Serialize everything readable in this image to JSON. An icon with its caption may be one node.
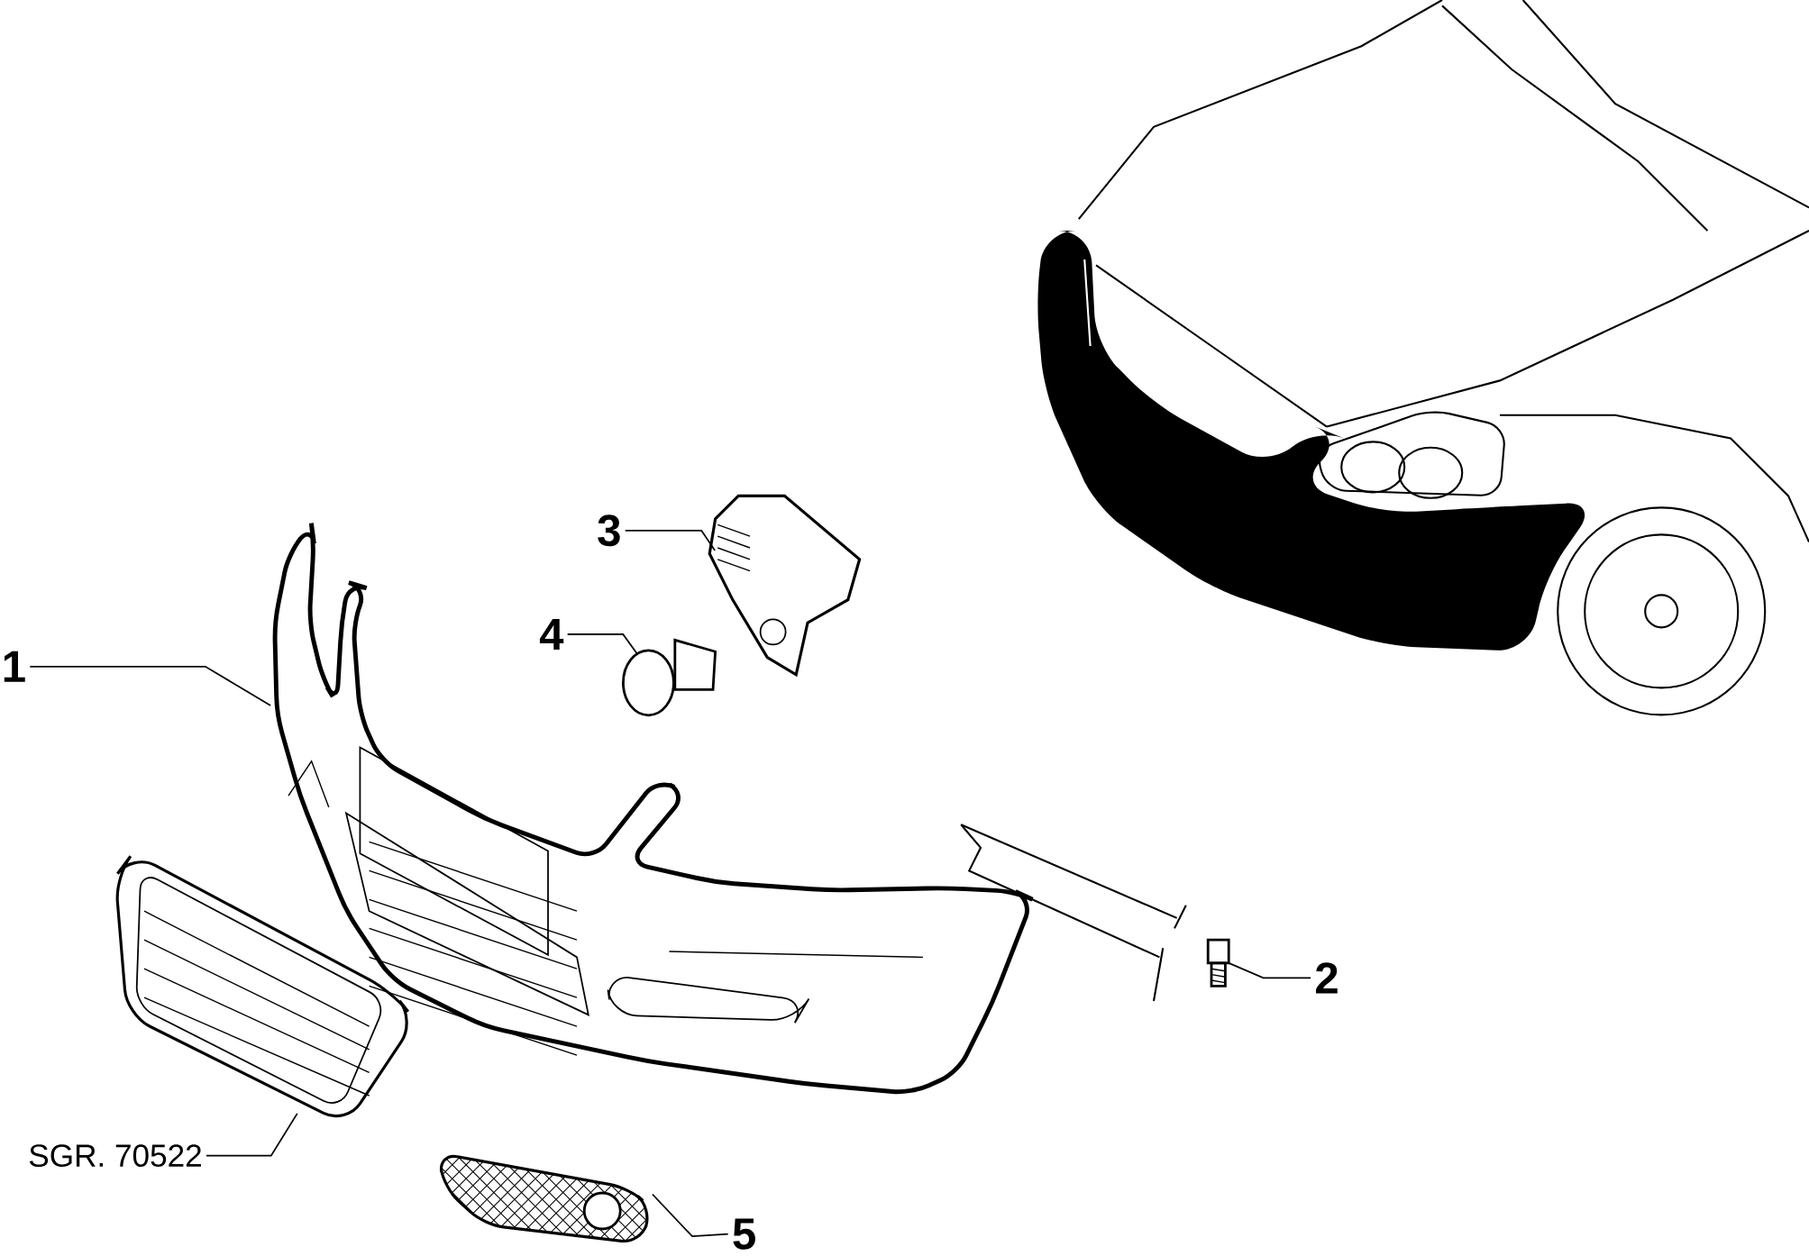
{
  "diagram": {
    "nodes": [
      {
        "text": [
          "1"
        ]
      },
      {
        "text": [
          "2"
        ]
      },
      {
        "text": [
          "3"
        ]
      },
      {
        "text": [
          "4"
        ]
      },
      {
        "text": [
          "5"
        ]
      },
      {
        "text": [
          "SGR. 70522"
        ]
      },
      {
        "text": [],
        "shape": "picture"
      },
      {
        "text": [],
        "shape": "picture"
      },
      {
        "text": [],
        "shape": "picture"
      },
      {
        "text": [],
        "shape": "picture"
      },
      {
        "text": [],
        "shape": "picture"
      },
      {
        "text": [],
        "shape": "picture"
      }
    ],
    "edges": [
      {
        "from": 0,
        "to": 6,
        "arrow": "none"
      },
      {
        "from": 1,
        "to": 7,
        "arrow": "none"
      },
      {
        "from": 2,
        "to": 8,
        "arrow": "none"
      },
      {
        "from": 3,
        "to": 9,
        "arrow": "none"
      },
      {
        "from": 4,
        "to": 10,
        "arrow": "none"
      },
      {
        "from": 5,
        "to": 11,
        "arrow": "none"
      }
    ]
  }
}
